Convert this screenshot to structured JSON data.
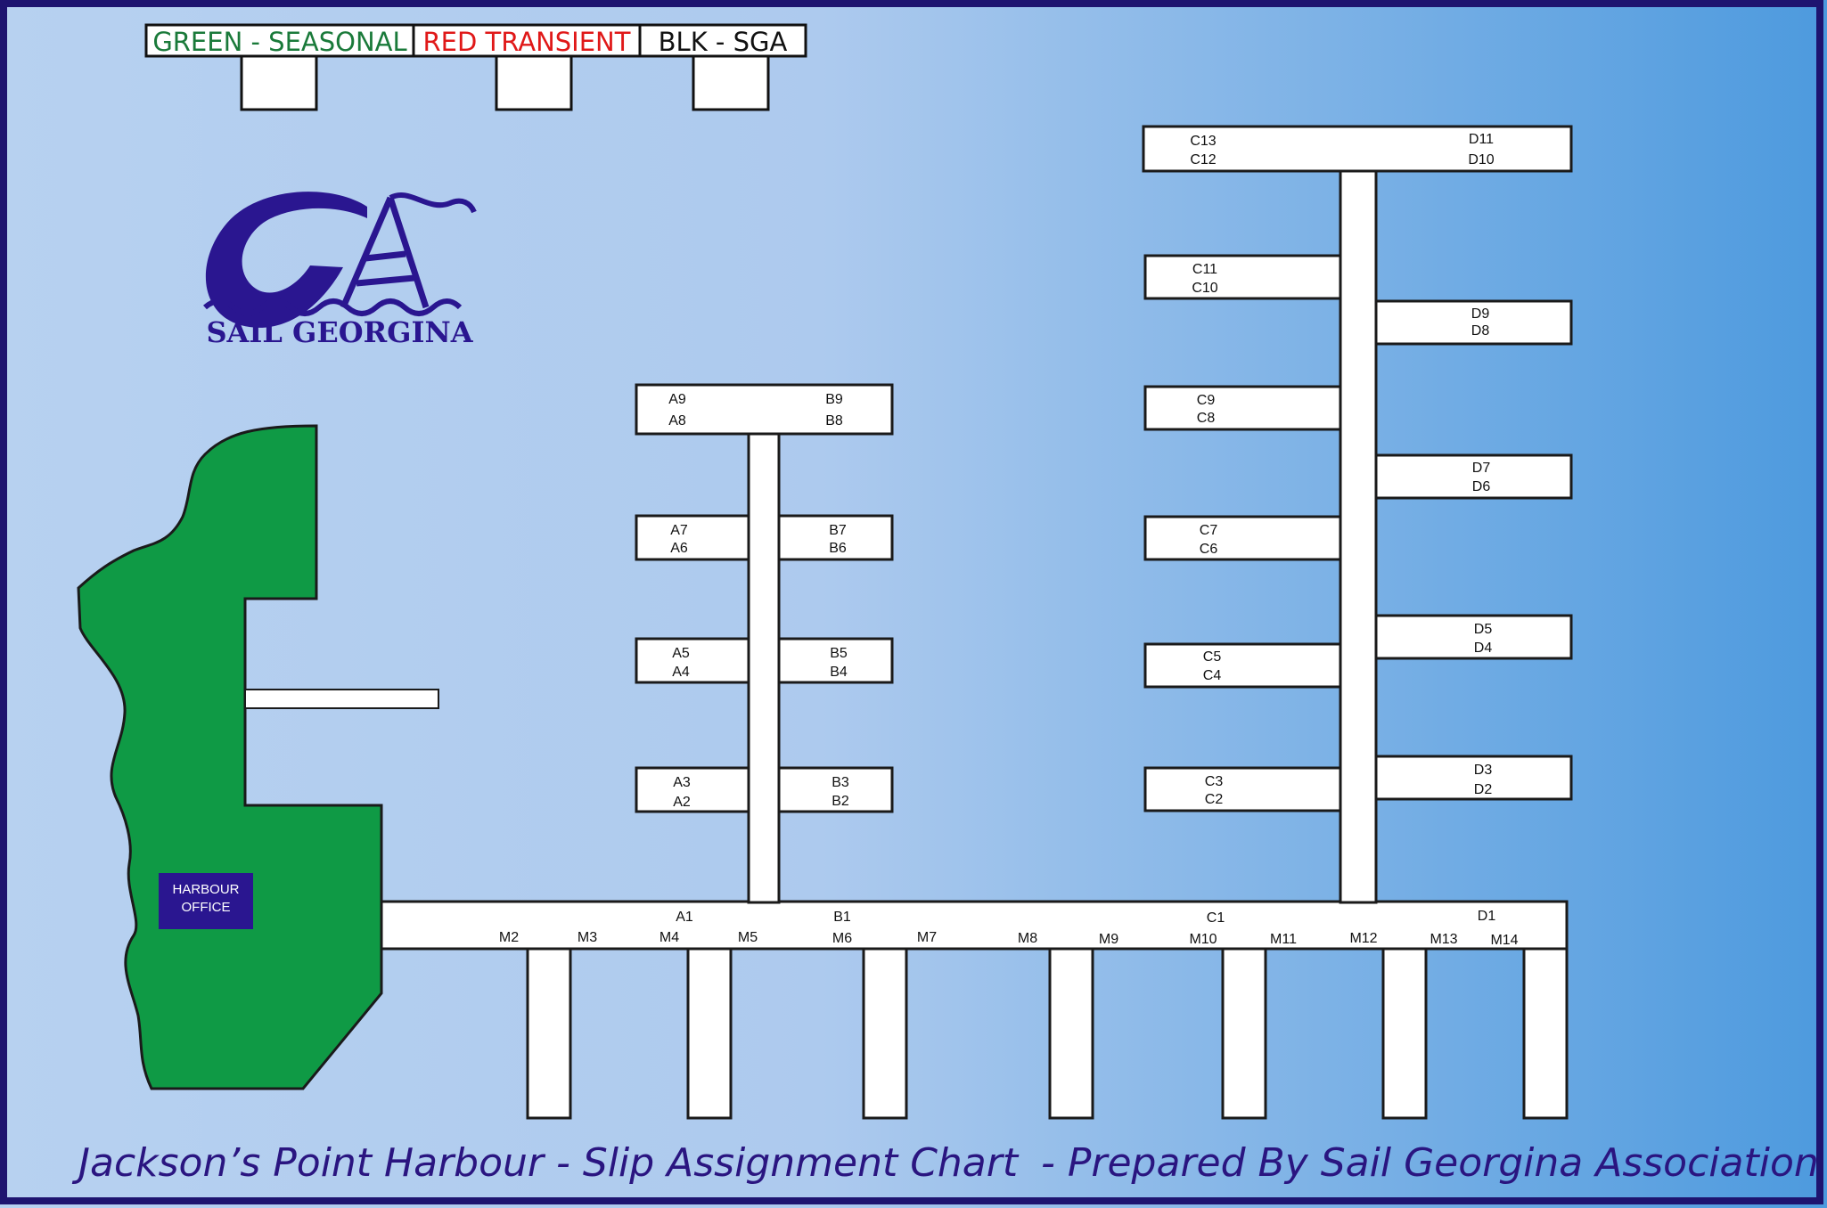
{
  "legend": {
    "seasonal": "GREEN  - SEASONAL",
    "transient": "RED  TRANSIENT",
    "sga": "BLK  - SGA",
    "colors": {
      "seasonal": "#1a7a3a",
      "transient": "#e01818",
      "sga": "#111111"
    }
  },
  "logo": {
    "text": "SAIL GEORGINA",
    "color": "#2a1690"
  },
  "office": {
    "line1": "HARBOUR",
    "line2": "OFFICE"
  },
  "colors": {
    "land": "#0f9a45",
    "dock": "#ffffff",
    "water_left": "#b7d1f0",
    "water_right": "#4d9ade",
    "border": "#1e1470"
  },
  "dock_a": {
    "a9": "A9",
    "a8": "A8",
    "a7": "A7",
    "a6": "A6",
    "a5": "A5",
    "a4": "A4",
    "a3": "A3",
    "a2": "A2",
    "a1": "A1"
  },
  "dock_b": {
    "b9": "B9",
    "b8": "B8",
    "b7": "B7",
    "b6": "B6",
    "b5": "B5",
    "b4": "B4",
    "b3": "B3",
    "b2": "B2",
    "b1": "B1"
  },
  "dock_c": {
    "c13": "C13",
    "c12": "C12",
    "c11": "C11",
    "c10": "C10",
    "c9": "C9",
    "c8": "C8",
    "c7": "C7",
    "c6": "C6",
    "c5": "C5",
    "c4": "C4",
    "c3": "C3",
    "c2": "C2",
    "c1": "C1"
  },
  "dock_d": {
    "d11": "D11",
    "d10": "D10",
    "d9": "D9",
    "d8": "D8",
    "d7": "D7",
    "d6": "D6",
    "d5": "D5",
    "d4": "D4",
    "d3": "D3",
    "d2": "D2",
    "d1": "D1"
  },
  "main_dock": {
    "m2": "M2",
    "m3": "M3",
    "m4": "M4",
    "m5": "M5",
    "m6": "M6",
    "m7": "M7",
    "m8": "M8",
    "m9": "M9",
    "m10": "M10",
    "m11": "M11",
    "m12": "M12",
    "m13": "M13",
    "m14": "M14"
  },
  "footer": {
    "title": "Jackson’s Point Harbour - Slip Assignment Chart",
    "credit": "- Prepared By Sail Georgina Association"
  }
}
